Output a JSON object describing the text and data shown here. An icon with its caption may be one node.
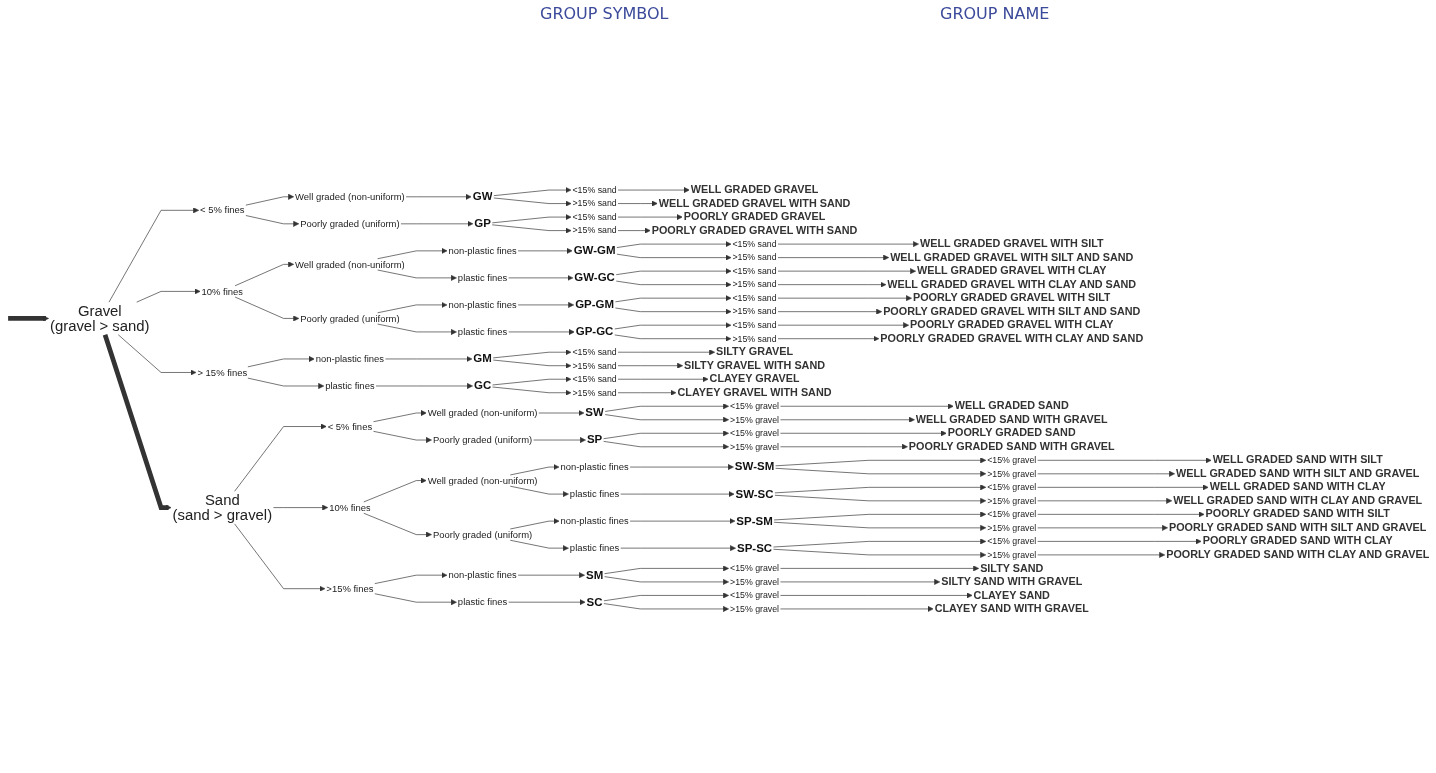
{
  "diagram": {
    "nodes": [
      {
        "text": [
          "Gravel",
          "(gravel > sand)"
        ]
      },
      {
        "text": [
          "< 5% fines"
        ]
      },
      {
        "text": [
          "Well graded (non-uniform)"
        ]
      },
      {
        "text": [
          "Poorly graded (uniform)"
        ]
      },
      {
        "text": [
          "GW"
        ]
      },
      {
        "text": [
          "<15% sand"
        ]
      },
      {
        "text": [
          ">15% sand"
        ]
      },
      {
        "text": [
          "WELL GRADED GRAVEL"
        ]
      },
      {
        "text": [
          "WELL GRADED GRAVEL WITH SAND"
        ]
      },
      {
        "text": [
          "GP"
        ]
      },
      {
        "text": [
          "<15% sand"
        ]
      },
      {
        "text": [
          ">15% sand"
        ]
      },
      {
        "text": [
          "POORLY GRADED GRAVEL"
        ]
      },
      {
        "text": [
          "POORLY GRADED GRAVEL WITH SAND"
        ]
      },
      {
        "text": [
          "10% fines"
        ]
      },
      {
        "text": [
          "Well graded (non-uniform)"
        ]
      },
      {
        "text": [
          "non-plastic fines"
        ]
      },
      {
        "text": [
          "GW-GM"
        ]
      },
      {
        "text": [
          "<15% sand"
        ]
      },
      {
        "text": [
          ">15% sand"
        ]
      },
      {
        "text": [
          "WELL GRADED GRAVEL WITH SILT"
        ]
      },
      {
        "text": [
          "WELL GRADED GRAVEL WITH SILT AND SAND"
        ]
      },
      {
        "text": [
          "plastic fines"
        ]
      },
      {
        "text": [
          "GW-GC"
        ]
      },
      {
        "text": [
          "<15% sand"
        ]
      },
      {
        "text": [
          ">15% sand"
        ]
      },
      {
        "text": [
          "WELL GRADED GRAVEL WITH CLAY"
        ]
      },
      {
        "text": [
          "WELL GRADED GRAVEL WITH CLAY AND SAND"
        ]
      },
      {
        "text": [
          "Poorly graded (uniform)"
        ]
      },
      {
        "text": [
          "non-plastic fines"
        ]
      },
      {
        "text": [
          "GP-GM"
        ]
      },
      {
        "text": [
          "<15% sand"
        ]
      },
      {
        "text": [
          ">15% sand"
        ]
      },
      {
        "text": [
          "POORLY GRADED GRAVEL WITH SILT"
        ]
      },
      {
        "text": [
          "POORLY GRADED GRAVEL WITH SILT AND SAND"
        ]
      },
      {
        "text": [
          "plastic fines"
        ]
      },
      {
        "text": [
          "GP-GC"
        ]
      },
      {
        "text": [
          "<15% sand"
        ]
      },
      {
        "text": [
          ">15% sand"
        ]
      },
      {
        "text": [
          "POORLY GRADED GRAVEL WITH CLAY"
        ]
      },
      {
        "text": [
          "POORLY GRADED GRAVEL WITH CLAY AND SAND"
        ]
      },
      {
        "text": [
          "> 15% fines"
        ]
      },
      {
        "text": [
          "non-plastic fines"
        ]
      },
      {
        "text": [
          "GM"
        ]
      },
      {
        "text": [
          "<15% sand"
        ]
      },
      {
        "text": [
          ">15% sand"
        ]
      },
      {
        "text": [
          "SILTY GRAVEL"
        ]
      },
      {
        "text": [
          "SILTY GRAVEL WITH SAND"
        ]
      },
      {
        "text": [
          "plastic fines"
        ]
      },
      {
        "text": [
          "GC"
        ]
      },
      {
        "text": [
          "<15% sand"
        ]
      },
      {
        "text": [
          ">15% sand"
        ]
      },
      {
        "text": [
          "CLAYEY GRAVEL"
        ]
      },
      {
        "text": [
          "CLAYEY GRAVEL WITH SAND"
        ]
      },
      {
        "text": [
          "Sand",
          "(sand > gravel)"
        ]
      },
      {
        "text": [
          "< 5% fines"
        ]
      },
      {
        "text": [
          "Well graded (non-uniform)"
        ]
      },
      {
        "text": [
          "Poorly graded (uniform)"
        ]
      },
      {
        "text": [
          "SW"
        ]
      },
      {
        "text": [
          "<15% gravel"
        ]
      },
      {
        "text": [
          ">15% gravel"
        ]
      },
      {
        "text": [
          "WELL GRADED SAND"
        ]
      },
      {
        "text": [
          "WELL GRADED SAND WITH GRAVEL"
        ]
      },
      {
        "text": [
          "SP"
        ]
      },
      {
        "text": [
          "<15% gravel"
        ]
      },
      {
        "text": [
          ">15% gravel"
        ]
      },
      {
        "text": [
          "POORLY GRADED SAND"
        ]
      },
      {
        "text": [
          "POORLY GRADED SAND WITH GRAVEL"
        ]
      },
      {
        "text": [
          "10% fines"
        ]
      },
      {
        "text": [
          "Well graded (non-uniform)"
        ]
      },
      {
        "text": [
          "non-plastic fines"
        ]
      },
      {
        "text": [
          "SW-SM"
        ]
      },
      {
        "text": [
          "<15% gravel"
        ]
      },
      {
        "text": [
          ">15% gravel"
        ]
      },
      {
        "text": [
          "WELL GRADED SAND WITH SILT"
        ]
      },
      {
        "text": [
          "WELL GRADED SAND WITH SILT AND GRAVEL"
        ]
      },
      {
        "text": [
          "plastic fines"
        ]
      },
      {
        "text": [
          "SW-SC"
        ]
      },
      {
        "text": [
          "<15% gravel"
        ]
      },
      {
        "text": [
          ">15% gravel"
        ]
      },
      {
        "text": [
          "WELL GRADED SAND WITH CLAY"
        ]
      },
      {
        "text": [
          "WELL GRADED SAND WITH CLAY AND GRAVEL"
        ]
      },
      {
        "text": [
          "Poorly graded (uniform)"
        ]
      },
      {
        "text": [
          "non-plastic fines"
        ]
      },
      {
        "text": [
          "SP-SM"
        ]
      },
      {
        "text": [
          "<15% gravel"
        ]
      },
      {
        "text": [
          ">15% gravel"
        ]
      },
      {
        "text": [
          "POORLY GRADED SAND WITH SILT"
        ]
      },
      {
        "text": [
          "POORLY GRADED SAND WITH SILT AND GRAVEL"
        ]
      },
      {
        "text": [
          "plastic fines"
        ]
      },
      {
        "text": [
          "SP-SC"
        ]
      },
      {
        "text": [
          "<15% gravel"
        ]
      },
      {
        "text": [
          ">15% gravel"
        ]
      },
      {
        "text": [
          "POORLY GRADED SAND WITH CLAY"
        ]
      },
      {
        "text": [
          "POORLY GRADED SAND WITH CLAY AND GRAVEL"
        ]
      },
      {
        "text": [
          ">15% fines"
        ]
      },
      {
        "text": [
          "non-plastic fines"
        ]
      },
      {
        "text": [
          "SM"
        ]
      },
      {
        "text": [
          "<15% gravel"
        ]
      },
      {
        "text": [
          ">15% gravel"
        ]
      },
      {
        "text": [
          "SILTY SAND"
        ]
      },
      {
        "text": [
          "SILTY SAND WITH GRAVEL"
        ]
      },
      {
        "text": [
          "plastic fines"
        ]
      },
      {
        "text": [
          "SC"
        ]
      },
      {
        "text": [
          "<15% gravel"
        ]
      },
      {
        "text": [
          ">15% gravel"
        ]
      },
      {
        "text": [
          "CLAYEY SAND"
        ]
      },
      {
        "text": [
          "CLAYEY SAND WITH GRAVEL"
        ]
      }
    ],
    "edges": [
      {
        "from": null,
        "to": 0,
        "arrow": "to",
        "style": "thick"
      },
      {
        "from": 0,
        "to": 1,
        "arrow": "to"
      },
      {
        "from": 0,
        "to": 14,
        "arrow": "to"
      },
      {
        "from": 0,
        "to": 41,
        "arrow": "to"
      },
      {
        "from": 1,
        "to": 2,
        "arrow": "to"
      },
      {
        "from": 1,
        "to": 3,
        "arrow": "to"
      },
      {
        "from": 2,
        "to": 4,
        "arrow": "to"
      },
      {
        "from": 3,
        "to": 9,
        "arrow": "to"
      },
      {
        "from": 4,
        "to": 5,
        "arrow": "to"
      },
      {
        "from": 4,
        "to": 6,
        "arrow": "to"
      },
      {
        "from": 5,
        "to": 7,
        "arrow": "to"
      },
      {
        "from": 6,
        "to": 8,
        "arrow": "to"
      },
      {
        "from": 9,
        "to": 10,
        "arrow": "to"
      },
      {
        "from": 9,
        "to": 11,
        "arrow": "to"
      },
      {
        "from": 10,
        "to": 12,
        "arrow": "to"
      },
      {
        "from": 11,
        "to": 13,
        "arrow": "to"
      },
      {
        "from": 14,
        "to": 15,
        "arrow": "to"
      },
      {
        "from": 14,
        "to": 28,
        "arrow": "to"
      },
      {
        "from": 15,
        "to": 16,
        "arrow": "to"
      },
      {
        "from": 15,
        "to": 22,
        "arrow": "to"
      },
      {
        "from": 16,
        "to": 17,
        "arrow": "to"
      },
      {
        "from": 17,
        "to": 18,
        "arrow": "to"
      },
      {
        "from": 17,
        "to": 19,
        "arrow": "to"
      },
      {
        "from": 18,
        "to": 20,
        "arrow": "to"
      },
      {
        "from": 19,
        "to": 21,
        "arrow": "to"
      },
      {
        "from": 22,
        "to": 23,
        "arrow": "to"
      },
      {
        "from": 23,
        "to": 24,
        "arrow": "to"
      },
      {
        "from": 23,
        "to": 25,
        "arrow": "to"
      },
      {
        "from": 24,
        "to": 26,
        "arrow": "to"
      },
      {
        "from": 25,
        "to": 27,
        "arrow": "to"
      },
      {
        "from": 28,
        "to": 29,
        "arrow": "to"
      },
      {
        "from": 28,
        "to": 35,
        "arrow": "to"
      },
      {
        "from": 29,
        "to": 30,
        "arrow": "to"
      },
      {
        "from": 30,
        "to": 31,
        "arrow": "to"
      },
      {
        "from": 30,
        "to": 32,
        "arrow": "to"
      },
      {
        "from": 31,
        "to": 33,
        "arrow": "to"
      },
      {
        "from": 32,
        "to": 34,
        "arrow": "to"
      },
      {
        "from": 35,
        "to": 36,
        "arrow": "to"
      },
      {
        "from": 36,
        "to": 37,
        "arrow": "to"
      },
      {
        "from": 36,
        "to": 38,
        "arrow": "to"
      },
      {
        "from": 37,
        "to": 39,
        "arrow": "to"
      },
      {
        "from": 38,
        "to": 40,
        "arrow": "to"
      },
      {
        "from": 41,
        "to": 42,
        "arrow": "to"
      },
      {
        "from": 41,
        "to": 48,
        "arrow": "to"
      },
      {
        "from": 42,
        "to": 43,
        "arrow": "to"
      },
      {
        "from": 43,
        "to": 44,
        "arrow": "to"
      },
      {
        "from": 43,
        "to": 45,
        "arrow": "to"
      },
      {
        "from": 44,
        "to": 46,
        "arrow": "to"
      },
      {
        "from": 45,
        "to": 47,
        "arrow": "to"
      },
      {
        "from": 48,
        "to": 49,
        "arrow": "to"
      },
      {
        "from": 49,
        "to": 50,
        "arrow": "to"
      },
      {
        "from": 49,
        "to": 51,
        "arrow": "to"
      },
      {
        "from": 50,
        "to": 52,
        "arrow": "to"
      },
      {
        "from": 51,
        "to": 53,
        "arrow": "to"
      },
      {
        "from": 0,
        "to": 54,
        "arrow": "to",
        "style": "thick"
      },
      {
        "from": 54,
        "to": 55,
        "arrow": "to"
      },
      {
        "from": 54,
        "to": 68,
        "arrow": "to"
      },
      {
        "from": 54,
        "to": 95,
        "arrow": "to"
      },
      {
        "from": 55,
        "to": 56,
        "arrow": "to"
      },
      {
        "from": 55,
        "to": 57,
        "arrow": "to"
      },
      {
        "from": 56,
        "to": 58,
        "arrow": "to"
      },
      {
        "from": 57,
        "to": 63,
        "arrow": "to"
      },
      {
        "from": 58,
        "to": 59,
        "arrow": "to"
      },
      {
        "from": 58,
        "to": 60,
        "arrow": "to"
      },
      {
        "from": 59,
        "to": 61,
        "arrow": "to"
      },
      {
        "from": 60,
        "to": 62,
        "arrow": "to"
      },
      {
        "from": 63,
        "to": 64,
        "arrow": "to"
      },
      {
        "from": 63,
        "to": 65,
        "arrow": "to"
      },
      {
        "from": 64,
        "to": 66,
        "arrow": "to"
      },
      {
        "from": 65,
        "to": 67,
        "arrow": "to"
      },
      {
        "from": 68,
        "to": 69,
        "arrow": "to"
      },
      {
        "from": 68,
        "to": 82,
        "arrow": "to"
      },
      {
        "from": 69,
        "to": 70,
        "arrow": "to"
      },
      {
        "from": 69,
        "to": 76,
        "arrow": "to"
      },
      {
        "from": 70,
        "to": 71,
        "arrow": "to"
      },
      {
        "from": 71,
        "to": 72,
        "arrow": "to"
      },
      {
        "from": 71,
        "to": 73,
        "arrow": "to"
      },
      {
        "from": 72,
        "to": 74,
        "arrow": "to"
      },
      {
        "from": 73,
        "to": 75,
        "arrow": "to"
      },
      {
        "from": 76,
        "to": 77,
        "arrow": "to"
      },
      {
        "from": 77,
        "to": 78,
        "arrow": "to"
      },
      {
        "from": 77,
        "to": 79,
        "arrow": "to"
      },
      {
        "from": 78,
        "to": 80,
        "arrow": "to"
      },
      {
        "from": 79,
        "to": 81,
        "arrow": "to"
      },
      {
        "from": 82,
        "to": 83,
        "arrow": "to"
      },
      {
        "from": 82,
        "to": 89,
        "arrow": "to"
      },
      {
        "from": 83,
        "to": 84,
        "arrow": "to"
      },
      {
        "from": 84,
        "to": 85,
        "arrow": "to"
      },
      {
        "from": 84,
        "to": 86,
        "arrow": "to"
      },
      {
        "from": 85,
        "to": 87,
        "arrow": "to"
      },
      {
        "from": 86,
        "to": 88,
        "arrow": "to"
      },
      {
        "from": 89,
        "to": 90,
        "arrow": "to"
      },
      {
        "from": 90,
        "to": 91,
        "arrow": "to"
      },
      {
        "from": 90,
        "to": 92,
        "arrow": "to"
      },
      {
        "from": 91,
        "to": 93,
        "arrow": "to"
      },
      {
        "from": 92,
        "to": 94,
        "arrow": "to"
      },
      {
        "from": 95,
        "to": 96,
        "arrow": "to"
      },
      {
        "from": 95,
        "to": 102,
        "arrow": "to"
      },
      {
        "from": 96,
        "to": 97,
        "arrow": "to"
      },
      {
        "from": 97,
        "to": 98,
        "arrow": "to"
      },
      {
        "from": 97,
        "to": 99,
        "arrow": "to"
      },
      {
        "from": 98,
        "to": 100,
        "arrow": "to"
      },
      {
        "from": 99,
        "to": 101,
        "arrow": "to"
      },
      {
        "from": 102,
        "to": 103,
        "arrow": "to"
      },
      {
        "from": 103,
        "to": 104,
        "arrow": "to"
      },
      {
        "from": 103,
        "to": 105,
        "arrow": "to"
      },
      {
        "from": 104,
        "to": 106,
        "arrow": "to"
      },
      {
        "from": 105,
        "to": 107,
        "arrow": "to"
      }
    ],
    "labels": [
      "GROUP SYMBOL",
      "GROUP NAME"
    ]
  }
}
